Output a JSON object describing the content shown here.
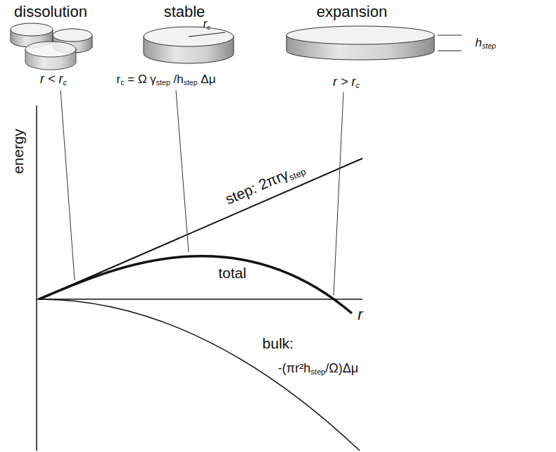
{
  "diagram": {
    "labels": [
      "dissolution",
      "stable",
      "expansion",
      "rc",
      "hstep",
      "r < rc",
      "rc = Ω γstep /hstep Δμ",
      "r > rc",
      "energy",
      "step: 2πrγstep",
      "total",
      "r",
      "bulk:",
      "-(πr²hstep/Ω)Δμ"
    ]
  }
}
